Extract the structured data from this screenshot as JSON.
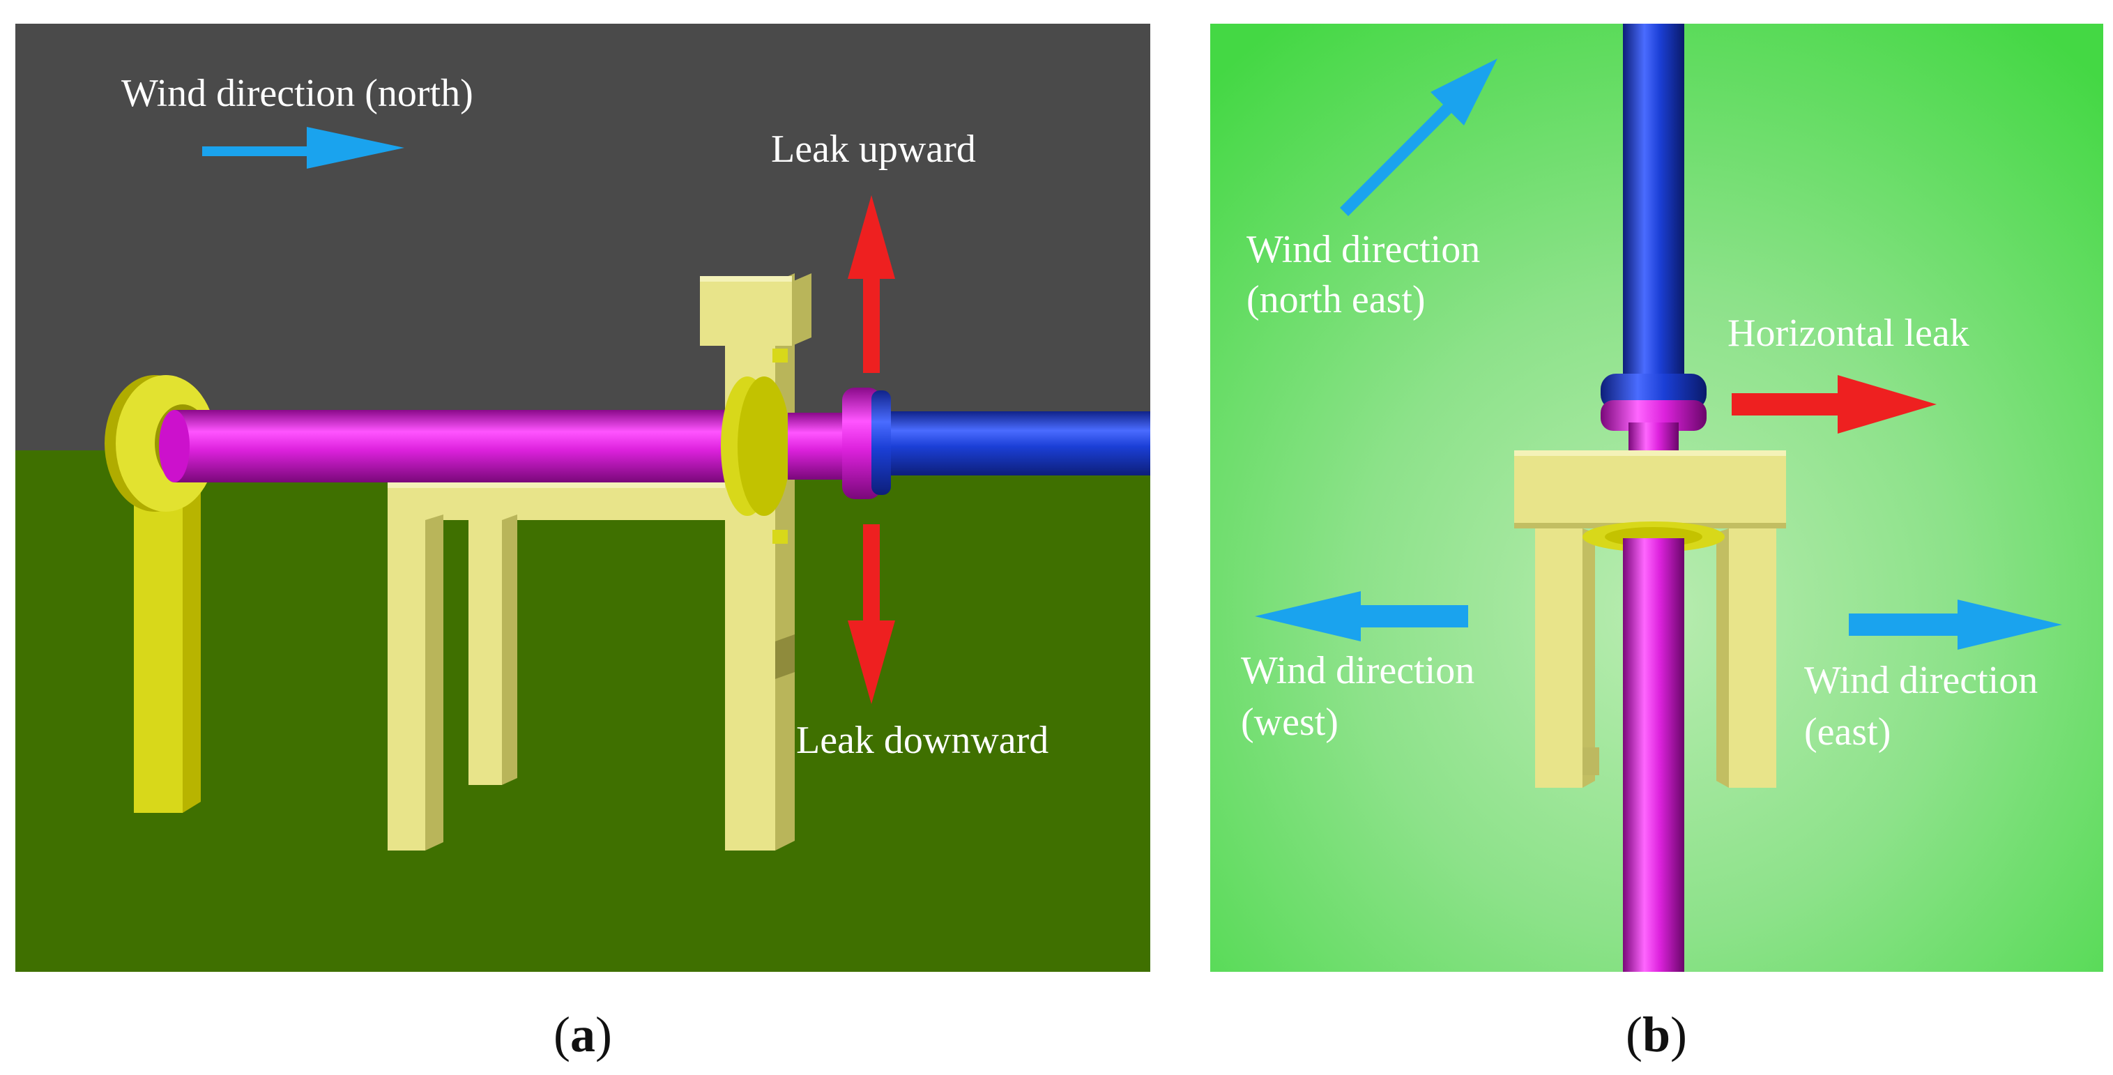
{
  "panel_a": {
    "caption_letter": "a",
    "labels": {
      "wind_north": "Wind direction (north)",
      "leak_up": "Leak upward",
      "leak_down": "Leak downward"
    }
  },
  "panel_b": {
    "caption_letter": "b",
    "labels": {
      "wind_ne_line1": "Wind direction",
      "wind_ne_line2": "(north east)",
      "horizontal_leak": "Horizontal leak",
      "wind_west_line1": "Wind direction",
      "wind_west_line2": "(west)",
      "wind_east_line1": "Wind direction",
      "wind_east_line2": "(east)"
    }
  },
  "colors": {
    "sky": "#4a4a4a",
    "ground_a": "#3f7000",
    "pipe_magenta": "#cc11cc",
    "pipe_blue": "#1b3fd6",
    "support_yellow": "#e8e48a",
    "flange_yellow": "#d8d81a",
    "wind_arrow": "#1aa3ee",
    "leak_arrow": "#ee2020",
    "ground_b": "#6ad86a"
  }
}
